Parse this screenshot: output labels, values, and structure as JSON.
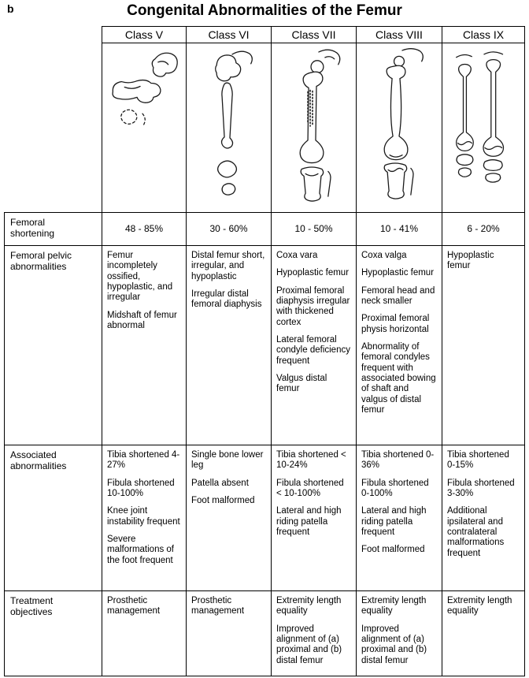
{
  "figure_label": "b",
  "title": "Congenital Abnormalities of the Femur",
  "colors": {
    "ink": "#000000",
    "background": "#ffffff"
  },
  "header": {
    "columns": [
      "Class V",
      "Class VI",
      "Class VII",
      "Class VIII",
      "Class IX"
    ]
  },
  "illustrations": {
    "names": [
      "class-v-femur-drawing",
      "class-vi-femur-drawing",
      "class-vii-femur-drawing",
      "class-viii-femur-drawing",
      "class-ix-femur-drawing"
    ]
  },
  "shortening": {
    "label": "Femoral shortening",
    "values": [
      "48 - 85%",
      "30 - 60%",
      "10 - 50%",
      "10 - 41%",
      "6 - 20%"
    ]
  },
  "pelvic": {
    "label": "Femoral pelvic abnormalities",
    "cells": [
      [
        "Femur incompletely ossified, hypoplastic, and irregular",
        "Midshaft of femur abnormal"
      ],
      [
        "Distal femur short, irregular, and hypoplastic",
        "Irregular distal femoral diaphysis"
      ],
      [
        "Coxa vara",
        "Hypoplastic femur",
        "Proximal femoral diaphysis irregular with thickened cortex",
        "Lateral femoral condyle deficiency frequent",
        "Valgus distal femur"
      ],
      [
        "Coxa valga",
        "Hypoplastic femur",
        "Femoral head and neck smaller",
        "Proximal femoral physis horizontal",
        "Abnormality of femoral condyles frequent with associated bowing of shaft and valgus of distal femur"
      ],
      [
        "Hypoplastic femur"
      ]
    ]
  },
  "associated": {
    "label": "Associated abnormalities",
    "cells": [
      [
        "Tibia shortened 4-27%",
        "Fibula shortened 10-100%",
        "Knee joint instability frequent",
        "Severe malformations of the foot frequent"
      ],
      [
        "Single bone lower leg",
        "Patella absent",
        "Foot malformed"
      ],
      [
        "Tibia shortened < 10-24%",
        "Fibula shortened < 10-100%",
        "Lateral and high riding patella frequent"
      ],
      [
        "Tibia shortened 0-36%",
        "Fibula shortened 0-100%",
        "Lateral and high riding patella frequent",
        "Foot malformed"
      ],
      [
        "Tibia shortened 0-15%",
        "Fibula shortened 3-30%",
        "Additional ipsilateral and contralateral malformations frequent"
      ]
    ]
  },
  "treatment": {
    "label": "Treatment objectives",
    "cells": [
      [
        "Prosthetic management"
      ],
      [
        "Prosthetic management"
      ],
      [
        "Extremity length equality",
        "Improved alignment of (a) proximal and (b) distal femur"
      ],
      [
        "Extremity length equality",
        "Improved alignment of (a) proximal and (b) distal femur"
      ],
      [
        "Extremity length equality"
      ]
    ]
  }
}
